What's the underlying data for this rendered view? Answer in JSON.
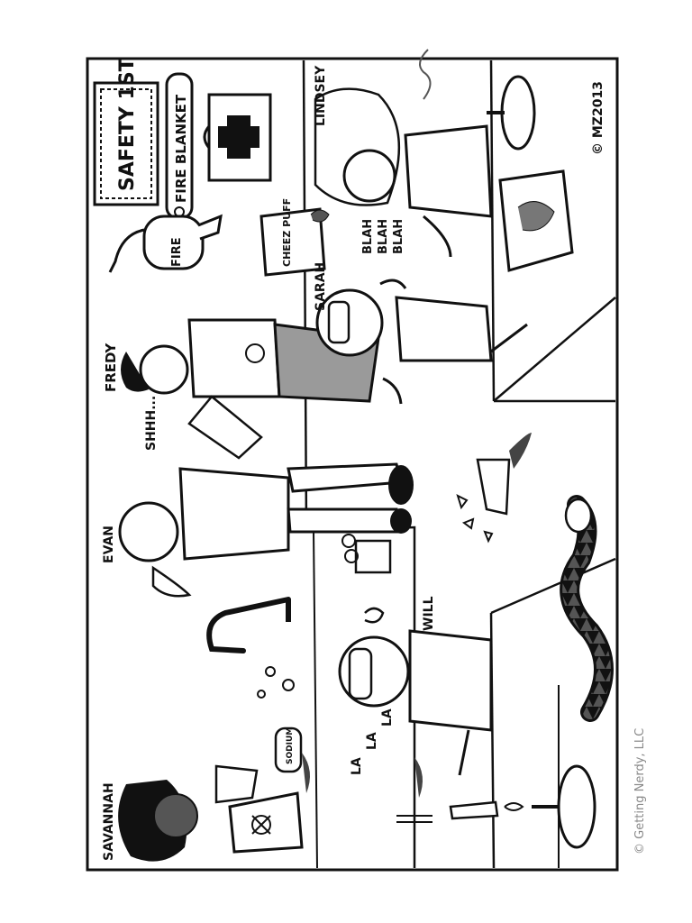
{
  "cartoon": {
    "signs": {
      "safety": "SAFETY 1ST",
      "fire_blanket": "FIRE BLANKET",
      "fire": "FIRE",
      "snack_bag": "CHEEZ PUFF",
      "jar": "SODIUM"
    },
    "characters": {
      "fredy": "FREDY",
      "evan": "EVAN",
      "sarah": "SARAH",
      "lindsey": "LINDSEY",
      "will": "WILL",
      "savannah": "SAVANNAH"
    },
    "speech": {
      "shhh": "SHHH...",
      "blah1": "BLAH",
      "blah2": "BLAH",
      "blah3": "BLAH",
      "la1": "LA",
      "la2": "LA",
      "la3": "LA"
    },
    "signature": "© MZ2013"
  },
  "credit": "© Getting Nerdy, LLC",
  "colors": {
    "ink": "#111111",
    "gray": "#8a8a8a",
    "paper": "#ffffff"
  }
}
